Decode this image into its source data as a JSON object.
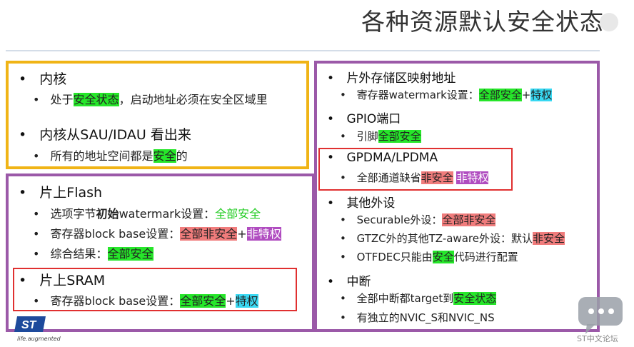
{
  "slide": {
    "title": "各种资源默认安全状态"
  },
  "left_top": {
    "core_heading": "内核",
    "core_sub_prefix": "处于",
    "core_sub_hl": "安全状态",
    "core_sub_suffix": "，启动地址必须在安全区域里",
    "sau_heading": "内核从SAU/IDAU 看出来",
    "sau_sub_prefix": "所有的地址空间都是",
    "sau_sub_hl": "安全",
    "sau_sub_suffix": "的"
  },
  "left_bottom": {
    "flash_heading": "片上Flash",
    "opt_prefix": "选项字节",
    "opt_bold": "初始",
    "opt_mid": "watermark设置：",
    "opt_val": "全部安全",
    "reg_prefix": "寄存器block base设置：",
    "reg_val1": "全部非安全",
    "reg_plus": "+",
    "reg_val2": "非特权",
    "result_prefix": "综合结果：",
    "result_val": "全部安全",
    "sram_heading": "片上SRAM",
    "sram_prefix": "寄存器block base设置：",
    "sram_val1": "全部安全",
    "sram_plus": "+",
    "sram_val2": "特权"
  },
  "right": {
    "ext_heading": "片外存储区映射地址",
    "ext_prefix": "寄存器watermark设置：",
    "ext_val1": "全部安全",
    "ext_plus": "+",
    "ext_val2": "特权",
    "gpio_heading": "GPIO端口",
    "gpio_prefix": "引脚",
    "gpio_val": "全部安全",
    "dma_heading": "GPDMA/LPDMA",
    "dma_prefix": "全部通道缺省",
    "dma_val1": "非安全",
    "dma_sep": " ",
    "dma_val2": "非特权",
    "other_heading": "其他外设",
    "sec_prefix": "Securable外设：",
    "sec_val": "全部非安全",
    "gtzc_prefix": "GTZC外的其他TZ-aware外设：默认",
    "gtzc_val": "非安全",
    "otf_prefix": "OTFDEC只能由",
    "otf_val": "安全",
    "otf_suffix": "代码进行配置",
    "int_heading": "中断",
    "int_prefix": "全部中断都target到",
    "int_val": "安全状态",
    "nvic_text": "有独立的NVIC_S和NVIC_NS"
  },
  "branding": {
    "logo_tagline": "life.augmented",
    "forum_label": "ST中文论坛"
  },
  "colors": {
    "yellow_frame": "#f0b416",
    "purple_frame": "#9b59a8",
    "red_frame": "#e03030",
    "green_highlight": "#26e62a",
    "red_highlight": "#f07c7c",
    "cyan_highlight": "#38d8f2",
    "purple_highlight": "#b04cc0"
  }
}
